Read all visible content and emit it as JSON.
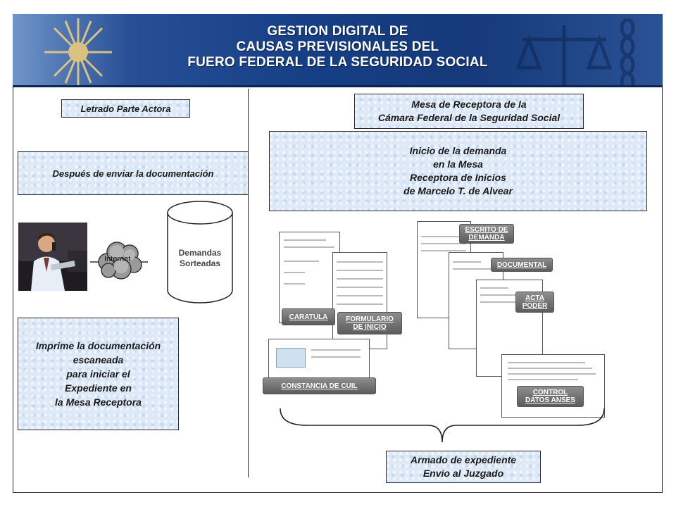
{
  "header": {
    "title_line1": "GESTION DIGITAL DE",
    "title_line2": "CAUSAS PREVISIONALES DEL",
    "title_line3": "FUERO FEDERAL DE LA SEGURIDAD SOCIAL"
  },
  "left": {
    "letrado": "Letrado Parte Actora",
    "despues": "Después de enviar la documentación",
    "internet": "Internet",
    "demandas": "Demandas\nSorteadas",
    "imprime": "Imprime la documentación\nescaneada\npara iniciar el\nExpediente en\nla Mesa Receptora"
  },
  "right": {
    "mesa": "Mesa de Receptora de la\nCámara Federal de la Seguridad Social",
    "inicio": "Inicio de la demanda\nen la Mesa\nReceptora de Inicios\nde Marcelo T. de Alvear",
    "documents": {
      "caratula": "CARATULA",
      "formulario": "FORMULARIO\nDE INICIO",
      "constancia": "CONSTANCIA DE CUIL",
      "escrito": "ESCRITO DE\nDEMANDA",
      "documental": "DOCUMENTAL",
      "acta": "ACTA\nPODER",
      "control": "CONTROL\nDATOS ANSES"
    },
    "armado": "Armado de expediente\nEnvio al Juzgado"
  },
  "colors": {
    "banner": "#163f86",
    "box_fill": "#dde9f6",
    "tag_fill": "#6e6e6e"
  }
}
